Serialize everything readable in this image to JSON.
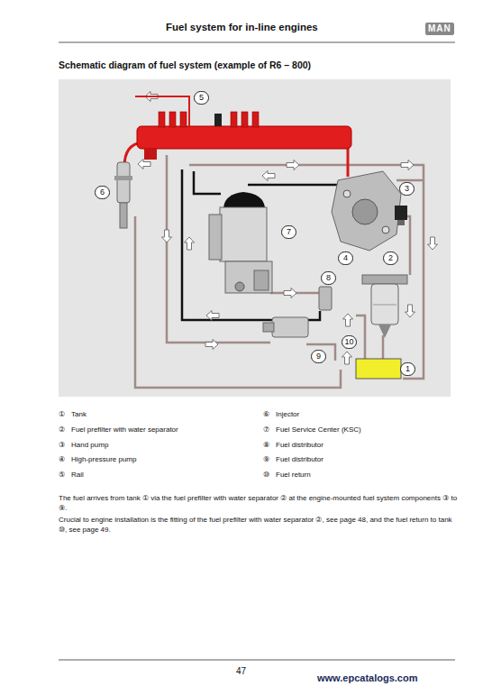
{
  "diagram": {
    "title": "Fuel system for in-line engines",
    "labels": [
      "Schematic diagram of fuel system (example of R6 – 800)",
      "MAN",
      "5",
      "6",
      "7",
      "3",
      "4",
      "2",
      "8",
      "9",
      "10",
      "1",
      "①",
      "Tank",
      "⑥",
      "Injector",
      "②",
      "Fuel prefilter with water separator",
      "⑦",
      "Fuel Service Center (KSC)",
      "③",
      "Hand pump",
      "⑧",
      "Fuel distributor",
      "④",
      "High-pressure pump",
      "⑨",
      "Fuel distributor",
      "⑤",
      "Rail",
      "⑩",
      "Fuel return",
      "The fuel arrives from tank ① via the fuel prefilter with water separator ② at the engine-mounted fuel system components ③ to ⑨.",
      "Crucial to engine installation is the fitting of the fuel prefilter with water separator ②, see page 48, and the fuel return to tank ⑩, see page 49.",
      "47",
      "www.epcatalogs.com"
    ]
  }
}
